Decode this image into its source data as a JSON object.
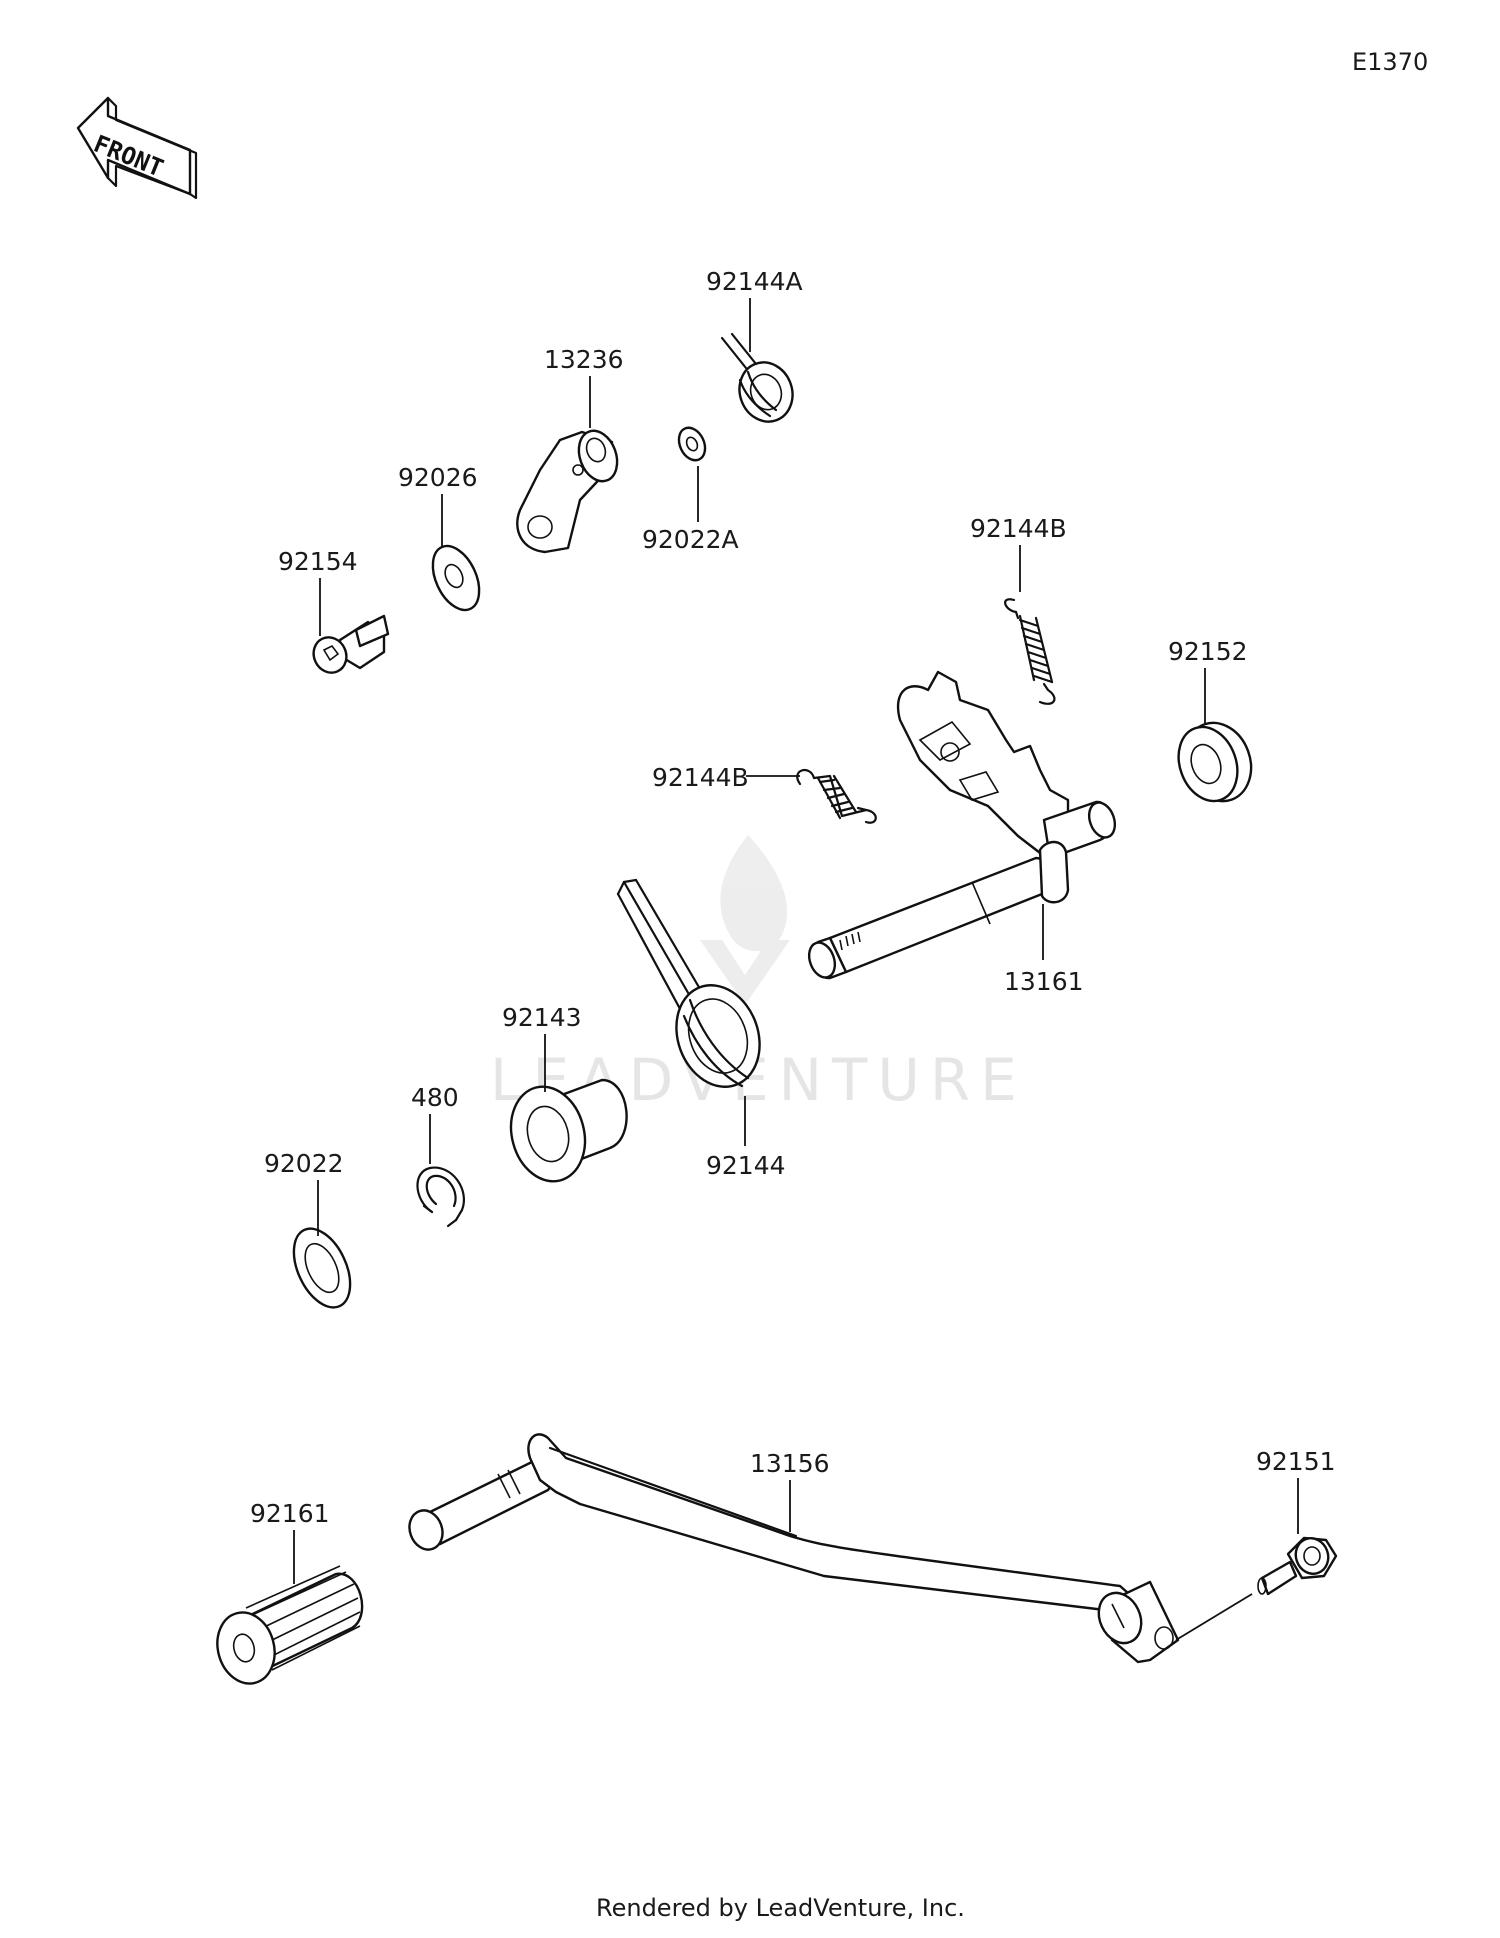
{
  "diagram_code": "E1370",
  "front_label": "FRONT",
  "watermark": "LEADVENTURE",
  "footer": "Rendered by LeadVenture, Inc.",
  "part_labels": {
    "p92144A": "92144A",
    "p13236": "13236",
    "p92026": "92026",
    "p92022A": "92022A",
    "p92154": "92154",
    "p92144B_top": "92144B",
    "p92152": "92152",
    "p92144B_mid": "92144B",
    "p13161": "13161",
    "p92143": "92143",
    "p480": "480",
    "p92144": "92144",
    "p92022": "92022",
    "p13156": "13156",
    "p92151": "92151",
    "p92161": "92161"
  }
}
